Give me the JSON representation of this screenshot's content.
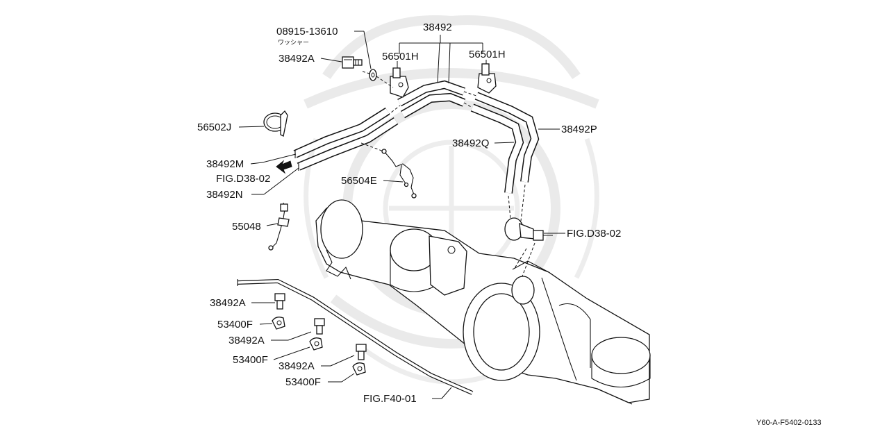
{
  "labels": {
    "washer_part_no": "08915-13610",
    "washer_name": "ワッシャー",
    "bolt_top": "38492A",
    "hose_set": "38492",
    "clip_left": "56501H",
    "clip_right": "56501H",
    "band": "56502J",
    "hose_q": "38492Q",
    "hose_p": "38492P",
    "hose_m": "38492M",
    "fig_left": "FIG.D38-02",
    "hose_n": "38492N",
    "harness_clip": "56504E",
    "sensor": "55048",
    "fig_right": "FIG.D38-02",
    "bolt_1": "38492A",
    "clamp_1": "53400F",
    "bolt_2": "38492A",
    "clamp_2": "53400F",
    "bolt_3": "38492A",
    "clamp_3": "53400F",
    "fig_bottom": "FIG.F40-01"
  },
  "diagram_code": "Y60-A-F5402-0133"
}
